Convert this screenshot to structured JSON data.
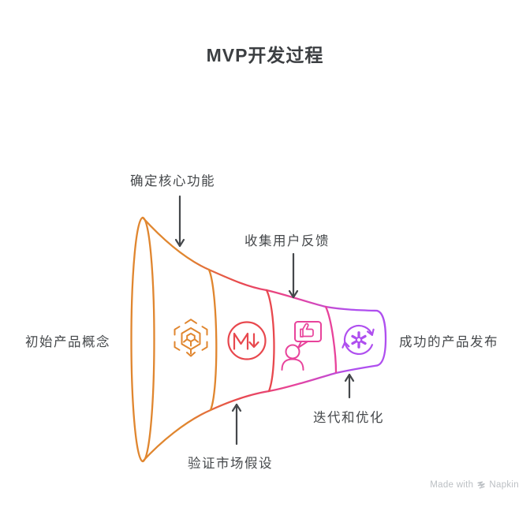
{
  "title": "MVP开发过程",
  "funnel": {
    "type": "horizontal-funnel",
    "direction": "left-to-right",
    "input_label": "初始产品概念",
    "output_label": "成功的产品发布",
    "stages": [
      {
        "label": "确定核心功能",
        "icon": "package-module-icon",
        "color": "#E0862F",
        "callout_position": "top"
      },
      {
        "label": "验证市场假设",
        "icon": "markdown-arrow-icon",
        "color": "#E8484E",
        "callout_position": "bottom"
      },
      {
        "label": "收集用户反馈",
        "icon": "user-feedback-icon",
        "color": "#E8439B",
        "callout_position": "top"
      },
      {
        "label": "迭代和优化",
        "icon": "iterate-cycle-icon",
        "color": "#AF4FEF",
        "callout_position": "bottom"
      }
    ]
  },
  "watermark": {
    "prefix": "Made with",
    "brand": "Napkin"
  },
  "colors": {
    "stage_orange": "#E0862F",
    "stage_red": "#E8484E",
    "stage_pink": "#E8439B",
    "stage_purple": "#AF4FEF",
    "label_text": "#45484B",
    "title_text": "#3C3F42",
    "arrow": "#45484B",
    "watermark_text": "#BBBFC3",
    "background": "#FFFFFF"
  }
}
